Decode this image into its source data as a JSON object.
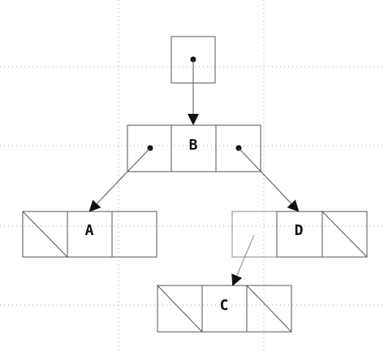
{
  "diagram": {
    "nodes": {
      "root_pointer": {
        "label": ""
      },
      "b": {
        "label": "B"
      },
      "a": {
        "label": "A"
      },
      "d": {
        "label": "D"
      },
      "c": {
        "label": "C"
      }
    },
    "colors": {
      "line": "#555555",
      "light_line": "#8a8a8a",
      "grid": "#a8a8a8",
      "arrow": "#111111",
      "text": "#111111"
    }
  }
}
